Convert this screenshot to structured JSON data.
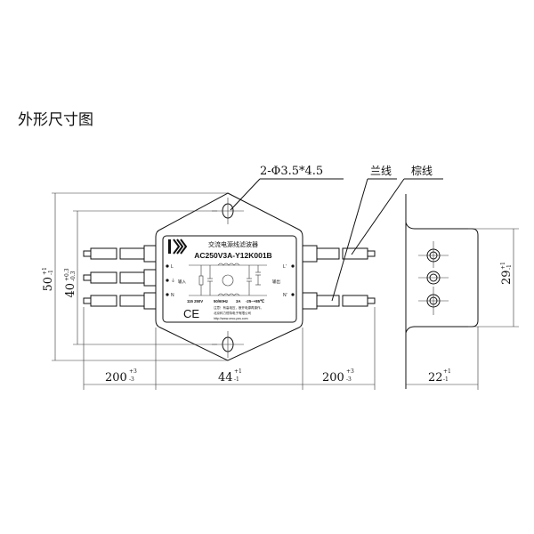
{
  "title": "外形尺寸图",
  "callouts": {
    "holes": "2-Φ3.5*4.5",
    "blue_wire": "兰线",
    "brown_wire": "棕线"
  },
  "dimensions": {
    "overall_height": {
      "value": "50",
      "tol_upper": "+1",
      "tol_lower": "-1"
    },
    "hole_pitch": {
      "value": "40",
      "tol_upper": "+0.3",
      "tol_lower": "-0.3"
    },
    "left_lead": {
      "value": "200",
      "tol_upper": "+3",
      "tol_lower": "-3"
    },
    "body_width": {
      "value": "44",
      "tol_upper": "+1",
      "tol_lower": "-1"
    },
    "right_lead": {
      "value": "200",
      "tol_upper": "+3",
      "tol_lower": "-3"
    },
    "side_width": {
      "value": "22",
      "tol_upper": "+1",
      "tol_lower": "-1"
    },
    "side_height": {
      "value": "29",
      "tol_upper": "+1",
      "tol_lower": "-1"
    }
  },
  "label": {
    "logo": "K",
    "product_name": "交流电源线滤波器",
    "model": "AC250V3A-Y12K001B",
    "terminals_in": [
      "L",
      "⏚",
      "N"
    ],
    "terminals_out": [
      "L'",
      "N'"
    ],
    "input_text": "输入",
    "output_text": "输出",
    "specs": [
      "115 250V",
      "50/60Hz",
      "3A",
      "-25~+85℃"
    ],
    "ce_mark": "CE",
    "warning": "注意！有高电压，断开电源再操作。",
    "company": "北京科力恒特电子有限公司",
    "website": "http://www.cecc-pcs.com"
  }
}
